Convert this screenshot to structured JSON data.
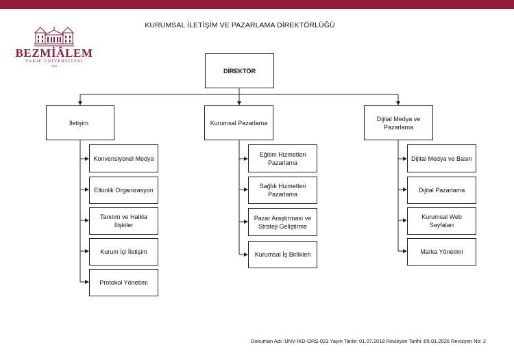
{
  "header": {
    "title": "KURUMSAL İLETİŞİM VE PAZARLAMA DİREKTÖRLÜĞÜ",
    "brand_color": "#941b3c"
  },
  "logo": {
    "name": "BEZMİÂLEM",
    "subtitle": "VAKIF ÜNİVERSİTESİ",
    "year": "1845"
  },
  "org_chart": {
    "director": "DİREKTÖR",
    "units": [
      {
        "label": "İletişim",
        "children": [
          "Konvensiyonel Medya",
          "Etkinlik Organizasyon",
          "Tanıtım ve Halkla İlişkiler",
          "Kurum İçi İletişim",
          "Protokol Yönetimi"
        ]
      },
      {
        "label": "Kurumsal Pazarlama",
        "children": [
          "Eğitim Hizmetleri Pazarlama",
          "Sağlık Hizmetleri Pazarlama",
          "Pazar Araştırması ve Strateji Geliştirme",
          "Kurumsal İş Birlikleri"
        ]
      },
      {
        "label": "Dijital Medya ve Pazarlama",
        "children": [
          "Dijital Medya ve Basın",
          "Dijital Pazarlama",
          "Kurumsal Web Sayfaları",
          "Marka Yönetimi"
        ]
      }
    ]
  },
  "footer": {
    "text": "Dokuman Adı :ÜNV-İKD-ORŞ-023 Yayın Tarihi: 01.07.2018 Revizyon Tarihi :05.01.2026 Revizyon No: 2"
  }
}
